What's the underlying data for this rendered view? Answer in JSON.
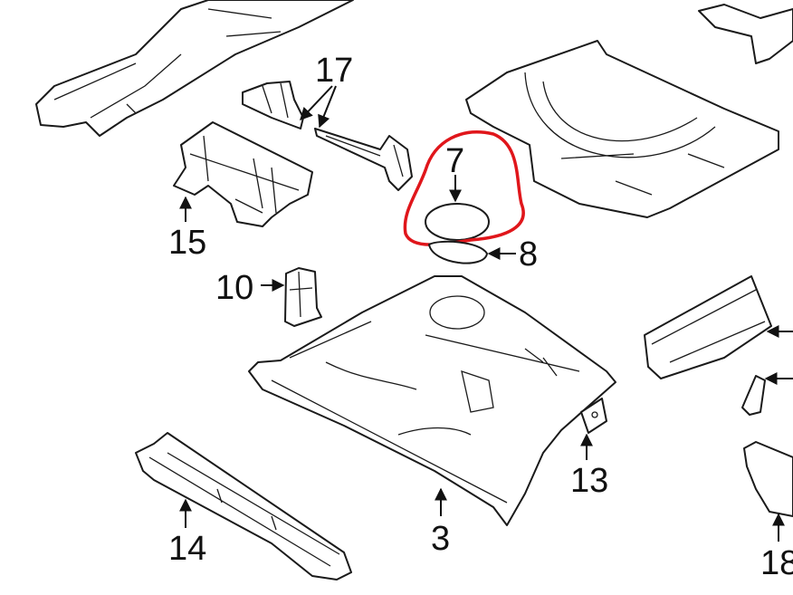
{
  "diagram": {
    "callouts": [
      {
        "id": "17",
        "label": "17"
      },
      {
        "id": "7",
        "label": "7"
      },
      {
        "id": "15",
        "label": "15"
      },
      {
        "id": "8",
        "label": "8"
      },
      {
        "id": "10",
        "label": "10"
      },
      {
        "id": "13",
        "label": "13"
      },
      {
        "id": "3",
        "label": "3"
      },
      {
        "id": "14",
        "label": "14"
      },
      {
        "id": "18",
        "label": "18"
      }
    ],
    "highlight_color": "#e0161b",
    "line_color": "#1a1a1a"
  }
}
